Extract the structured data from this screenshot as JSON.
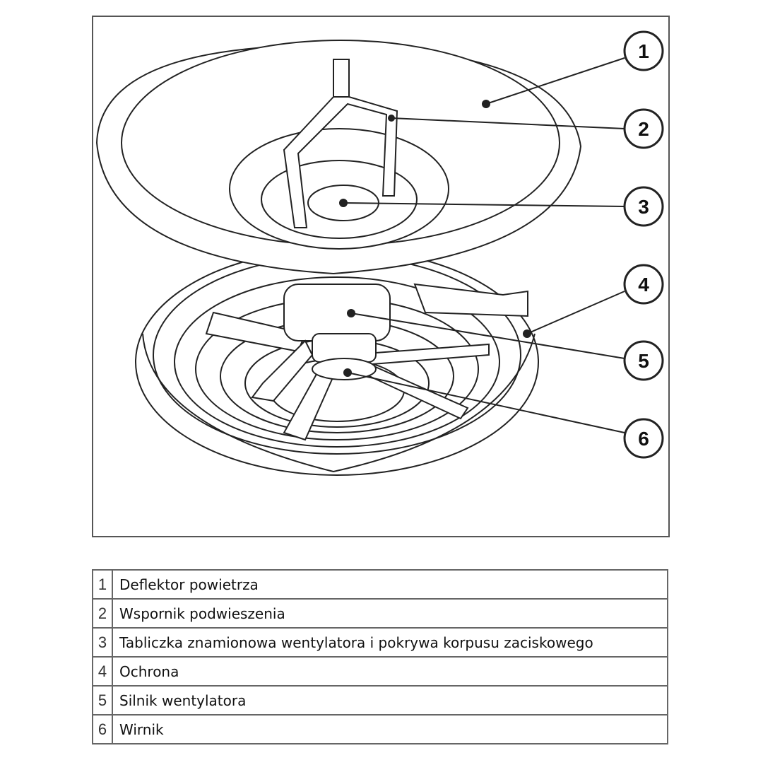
{
  "callouts": [
    "1",
    "2",
    "3",
    "4",
    "5",
    "6"
  ],
  "legend": [
    {
      "num": "1",
      "label": "Deflektor powietrza"
    },
    {
      "num": "2",
      "label": "Wspornik podwieszenia"
    },
    {
      "num": "3",
      "label": "Tabliczka znamionowa wentylatora i pokrywa korpusu zaciskowego"
    },
    {
      "num": "4",
      "label": "Ochrona"
    },
    {
      "num": "5",
      "label": "Silnik wentylatora"
    },
    {
      "num": "6",
      "label": "Wirnik"
    }
  ]
}
